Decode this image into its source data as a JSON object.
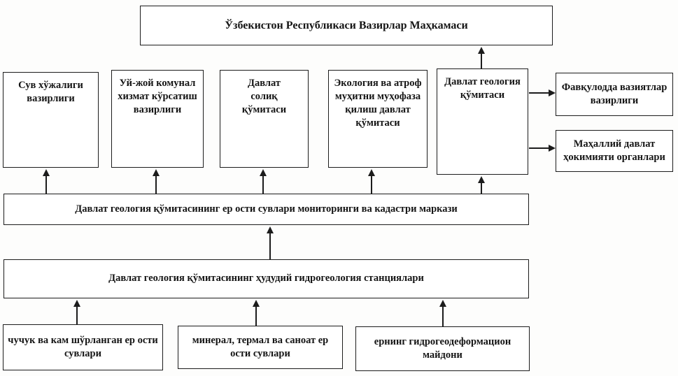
{
  "diagram": {
    "title": "Ўзбекистон Республикаси Вазирлар Маҳкамаси",
    "ministries": [
      {
        "label": "Сув хўжалиги вазирлиги"
      },
      {
        "label": "Уй-жой комунал хизмат кўрсатиш вазирлиги"
      },
      {
        "label": "Давлат солиқ қўмитаси"
      },
      {
        "label": "Экология ва атроф муҳитни муҳофаза қилиш давлат қўмитаси"
      },
      {
        "label": "Давлат геология қўмитаси"
      }
    ],
    "right_boxes": [
      {
        "label": "Фавқулодда вазиятлар вазирлиги"
      },
      {
        "label": "Маҳаллий давлат ҳокимияти органлари"
      }
    ],
    "monitoring_center": "Давлат геология қўмитасининг ер ости сувлари мониторинги ва кадастри маркази",
    "stations": "Давлат геология қўмитасининг ҳудудий гидрогеология станциялари",
    "bottom_boxes": [
      {
        "label": "чучук ва кам шўрланган ер ости сувлари"
      },
      {
        "label": "минерал, термал ва саноат ер ости сувлари"
      },
      {
        "label": "ернинг гидрогеодеформацион майдони"
      }
    ],
    "colors": {
      "line": "#1c1c1c",
      "box_bg": "#ffffff",
      "page_bg": "#fdfdfc"
    }
  }
}
